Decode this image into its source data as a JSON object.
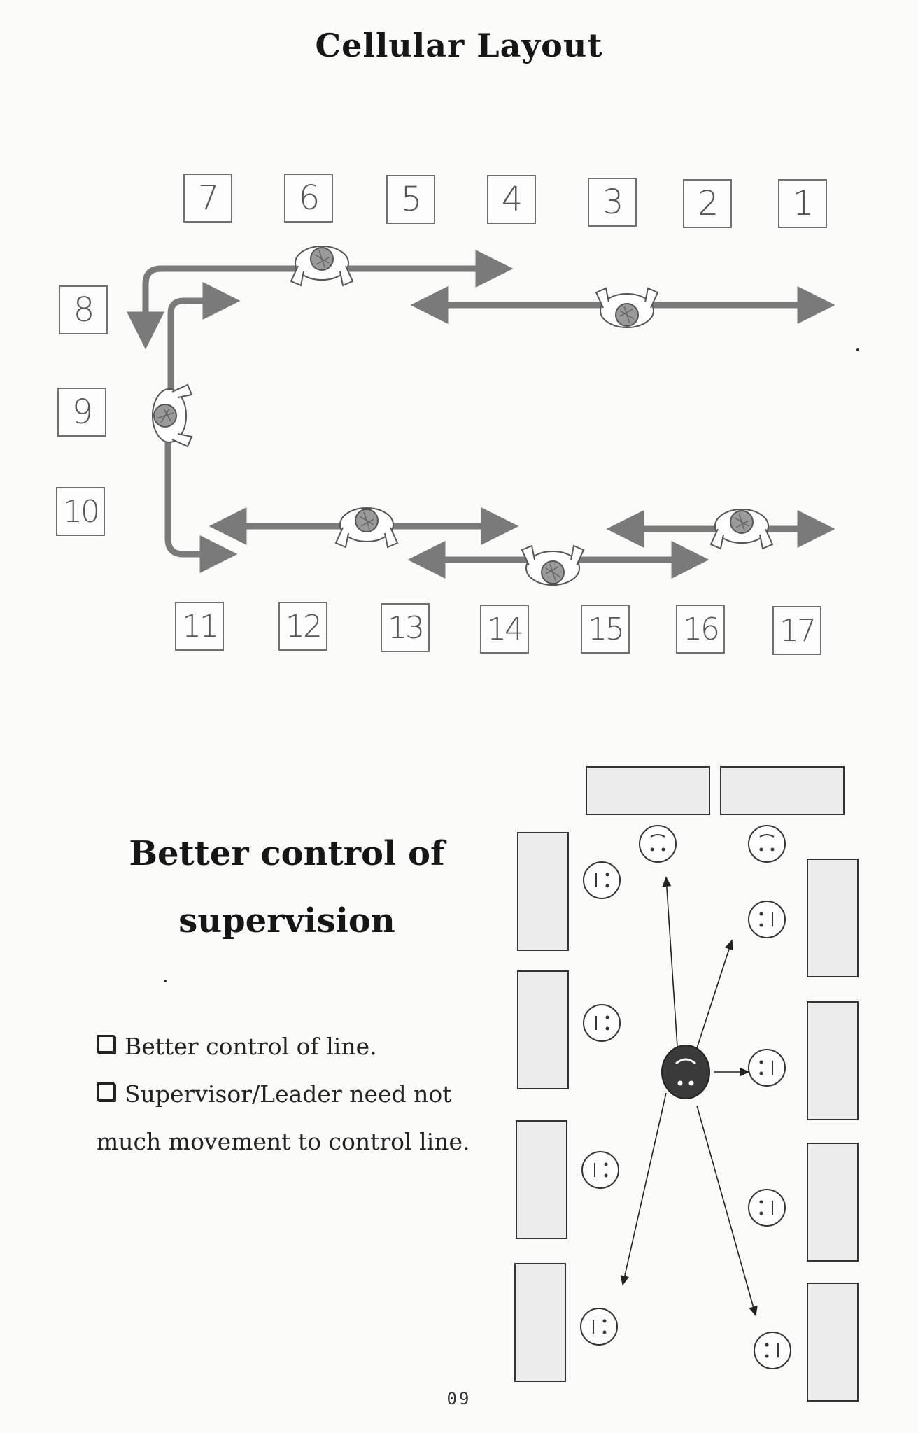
{
  "title": "Cellular Layout",
  "stations": [
    "1",
    "2",
    "3",
    "4",
    "5",
    "6",
    "7",
    "8",
    "9",
    "10",
    "11",
    "12",
    "13",
    "14",
    "15",
    "16",
    "17"
  ],
  "section": {
    "heading_line1": "Better control of",
    "heading_line2": "supervision"
  },
  "bullets": [
    "Better control of line.",
    "Supervisor/Leader need not much movement to control line."
  ],
  "page_number": "09",
  "icons": {
    "bullet": "checkbox-bullet-icon",
    "worker": "worker-top-view-icon",
    "operator": "operator-face-icon",
    "supervisor": "supervisor-face-icon"
  },
  "colors": {
    "text": "#161616",
    "arrow": "#7a7a7a",
    "table_fill": "#ececec",
    "supervisor": "#3a3a3a"
  }
}
